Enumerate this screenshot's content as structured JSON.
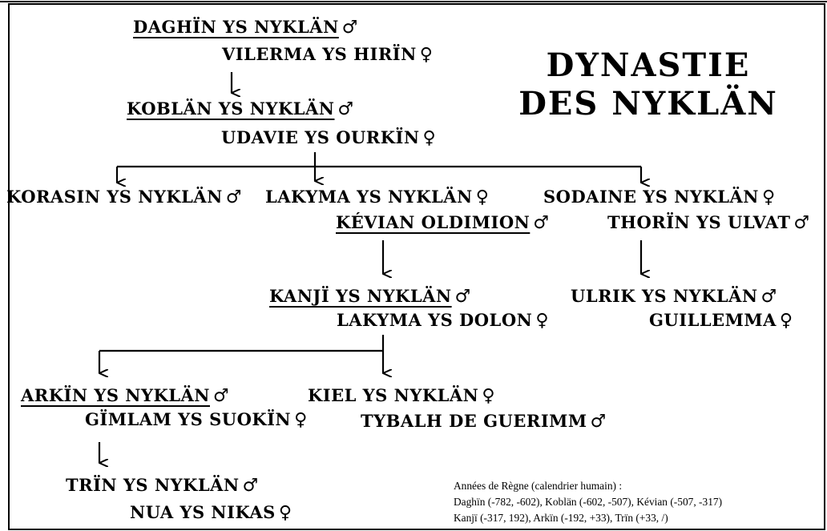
{
  "title": {
    "line1": "DYNASTIE",
    "line2": "DES NYKLÄN"
  },
  "symbols": {
    "male": "♂",
    "female": "♀"
  },
  "people": {
    "daghin": {
      "name": "DAGHÏN YS NYKLÄN"
    },
    "vilerma": {
      "name": "VILERMA YS HIRÏN"
    },
    "koblan": {
      "name": "KOBLÄN YS NYKLÄN"
    },
    "udavie": {
      "name": "UDAVIE YS OURKÏN"
    },
    "korasin": {
      "name": "KORASIN YS NYKLÄN"
    },
    "lakyma": {
      "name": "LAKYMA YS NYKLÄN"
    },
    "kevian": {
      "name": "KÉVIAN OLDIMION"
    },
    "sodaine": {
      "name": "SODAINE YS NYKLÄN"
    },
    "thorin": {
      "name": "THORÏN YS ULVAT"
    },
    "kanji": {
      "name": "KANJÏ YS NYKLÄN"
    },
    "lakyma_d": {
      "name": "LAKYMA YS DOLON"
    },
    "ulrik": {
      "name": "ULRIK YS NYKLÄN"
    },
    "guillemma": {
      "name": "GUILLEMMA"
    },
    "arkin": {
      "name": "ARKÏN YS NYKLÄN"
    },
    "gimlam": {
      "name": "GÏMLAM YS SUOKÏN"
    },
    "kiel": {
      "name": "KIEL YS NYKLÄN"
    },
    "tybalh": {
      "name": "TYBALH DE GUERIMM"
    },
    "trin": {
      "name": "TRÏN YS NYKLÄN"
    },
    "nua": {
      "name": "NUA YS NIKAS"
    }
  },
  "reigns": {
    "heading": "Années de Règne (calendrier humain) :",
    "line1": "Daghïn (-782, -602), Koblän (-602, -507), Kévian (-507, -317)",
    "line2": "Kanjï (-317, 192), Arkïn (-192, +33), Trïn (+33, /)"
  }
}
